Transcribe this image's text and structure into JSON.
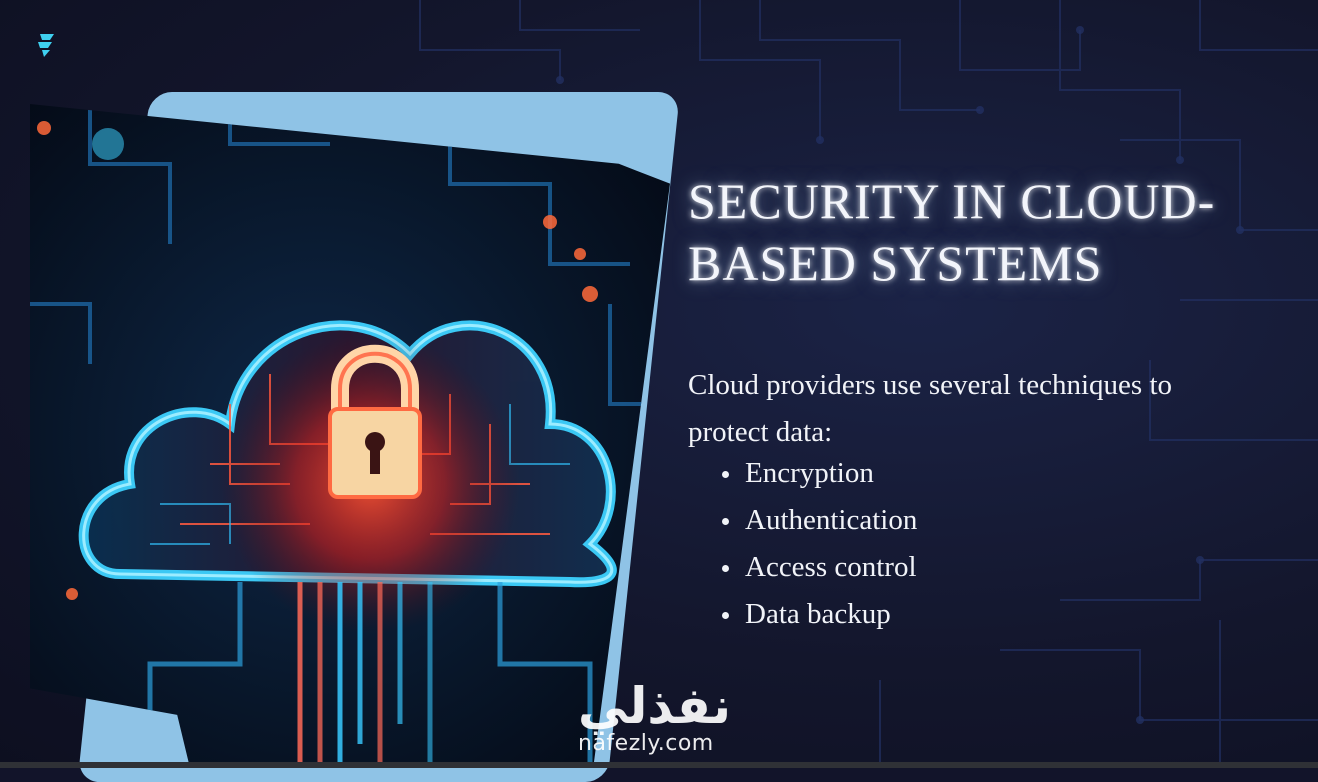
{
  "slide": {
    "title_line1": "SECURITY IN CLOUD-",
    "title_line2": "BASED SYSTEMS",
    "intro": "Cloud providers use several techniques to protect data:",
    "bullets": [
      "Encryption",
      "Authentication",
      "Access control",
      "Data backup"
    ]
  },
  "watermark": {
    "arabic": "نفذلي",
    "domain": "nafezly.com"
  },
  "icons": {
    "logo": "brand-logo-icon",
    "lock": "padlock-icon",
    "cloud": "cloud-icon"
  },
  "colors": {
    "background": "#12142a",
    "frame": "#8fc3e6",
    "cloud_glow": "#37c8f4",
    "lock_glow": "#ff3b2f",
    "text": "#f1f3f8"
  }
}
